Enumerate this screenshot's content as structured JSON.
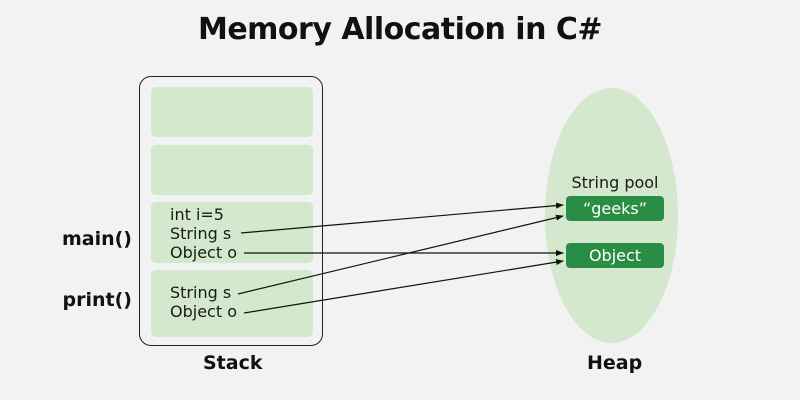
{
  "title": "Memory Allocation in C#",
  "stack": {
    "label": "Stack",
    "frames": [
      {
        "name": "",
        "lines": []
      },
      {
        "name": "",
        "lines": []
      },
      {
        "name": "main()",
        "lines": [
          "int i=5",
          "String s",
          "Object o"
        ]
      },
      {
        "name": "print()",
        "lines": [
          "String s",
          "Object o"
        ]
      }
    ]
  },
  "heap": {
    "label": "Heap",
    "string_pool_label": "String pool",
    "string_value": "“geeks”",
    "object_label": "Object"
  },
  "references": [
    {
      "from": "main().String s",
      "to": "“geeks”"
    },
    {
      "from": "main().Object o",
      "to": "Object"
    },
    {
      "from": "print().String s",
      "to": "“geeks”"
    },
    {
      "from": "print().Object o",
      "to": "Object"
    }
  ],
  "colors": {
    "background": "#f2f2f2",
    "light_green": "#d3e8cd",
    "dark_green": "#2a8d45"
  }
}
